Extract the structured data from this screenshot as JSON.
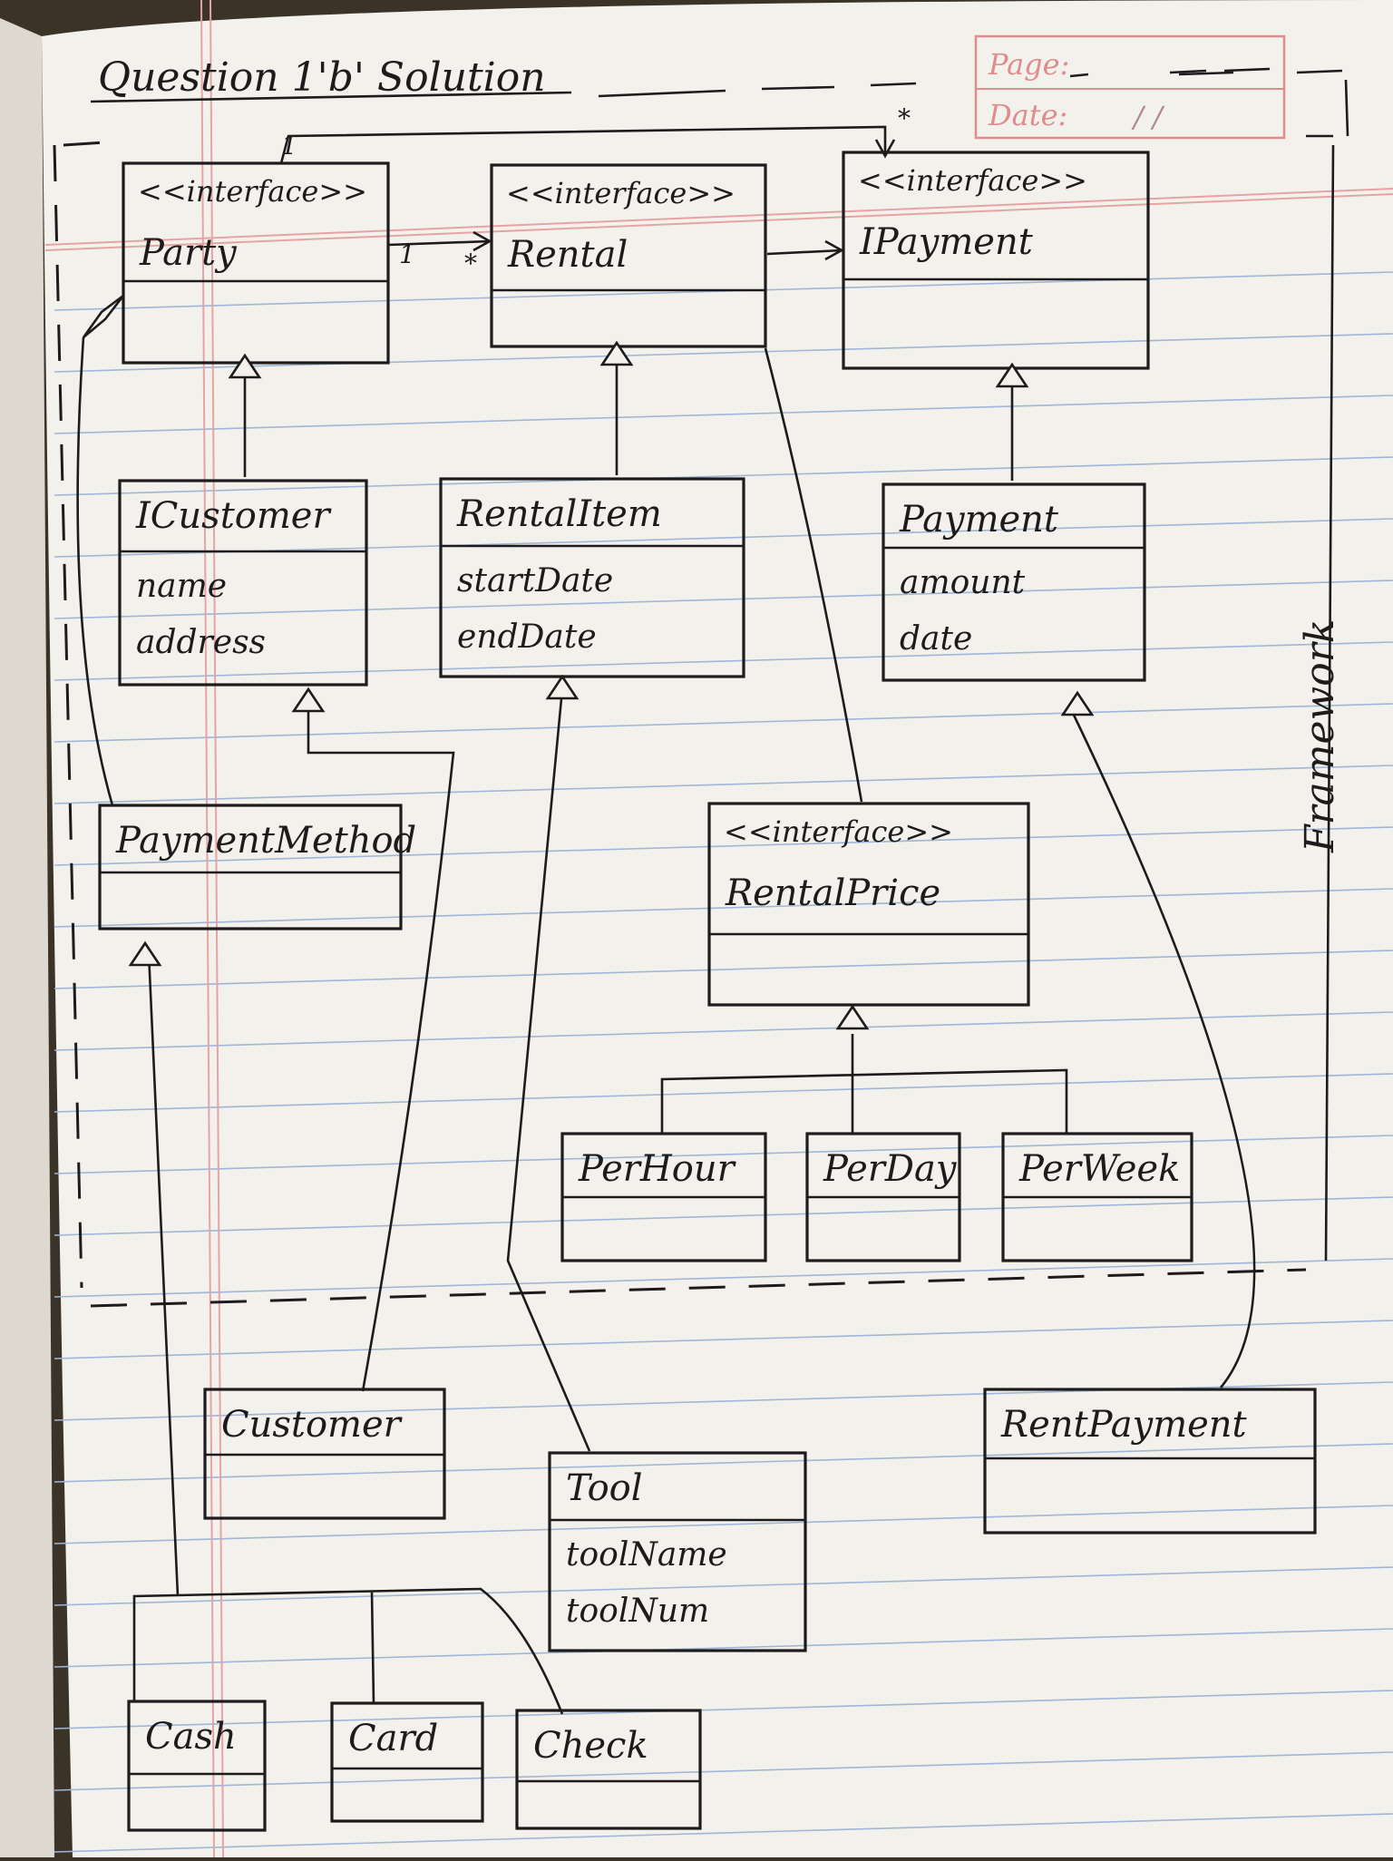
{
  "heading": "Question 1'b' Solution",
  "page_field_label": "Page:",
  "date_field_label": "Date:",
  "date_placeholder": "/ /",
  "framework_label": "Framework",
  "stereotype": "<<interface>>",
  "classes": {
    "party": {
      "name": "Party",
      "stereotype": "<<interface>>",
      "attributes": []
    },
    "rental": {
      "name": "Rental",
      "stereotype": "<<interface>>",
      "attributes": []
    },
    "ipayment": {
      "name": "IPayment",
      "stereotype": "<<interface>>",
      "attributes": []
    },
    "icustomer": {
      "name": "ICustomer",
      "attributes": [
        "name",
        "address"
      ]
    },
    "rentalitem": {
      "name": "RentalItem",
      "attributes": [
        "startDate",
        "endDate"
      ]
    },
    "payment": {
      "name": "Payment",
      "attributes": [
        "amount",
        "date"
      ]
    },
    "paymentmethod": {
      "name": "PaymentMethod",
      "attributes": []
    },
    "rentalprice": {
      "name": "RentalPrice",
      "stereotype": "<<interface>>",
      "attributes": []
    },
    "perhour": {
      "name": "PerHour",
      "attributes": []
    },
    "perday": {
      "name": "PerDay",
      "attributes": []
    },
    "perweek": {
      "name": "PerWeek",
      "attributes": []
    },
    "customer": {
      "name": "Customer",
      "attributes": []
    },
    "tool": {
      "name": "Tool",
      "attributes": [
        "toolName",
        "toolNum"
      ]
    },
    "rentpayment": {
      "name": "RentPayment",
      "attributes": []
    },
    "cash": {
      "name": "Cash",
      "attributes": []
    },
    "card": {
      "name": "Card",
      "attributes": []
    },
    "check": {
      "name": "Check",
      "attributes": []
    }
  },
  "multiplicities": {
    "party_to_rental_source": "1",
    "party_to_rental_target": "*",
    "party_to_ipayment_source": "1",
    "party_to_ipayment_target": "*"
  },
  "colors": {
    "paper": "#f3f1ec",
    "ink": "#1d1b1b",
    "ruled_line": "#9fb6d6",
    "margin_line": "#e7a3a3",
    "stamp": "#e08c8c",
    "background": "#3b3328"
  }
}
